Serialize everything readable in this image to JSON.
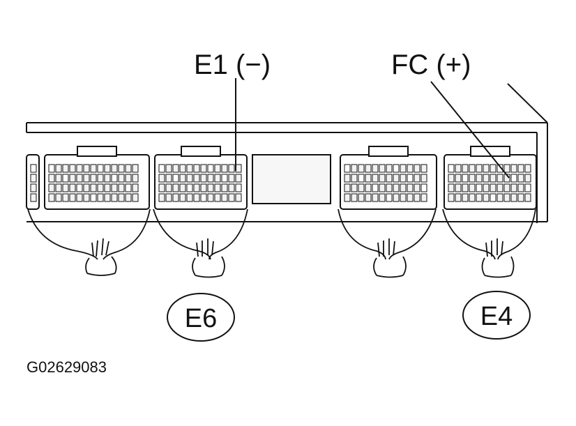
{
  "callouts": {
    "e1": "E1 (−)",
    "fc": "FC (+)"
  },
  "connectors": {
    "e6": "E6",
    "e4": "E4"
  },
  "figure_id": "G02629083",
  "colors": {
    "line": "#111111",
    "background": "#ffffff",
    "shade": "#f2f2f2"
  }
}
